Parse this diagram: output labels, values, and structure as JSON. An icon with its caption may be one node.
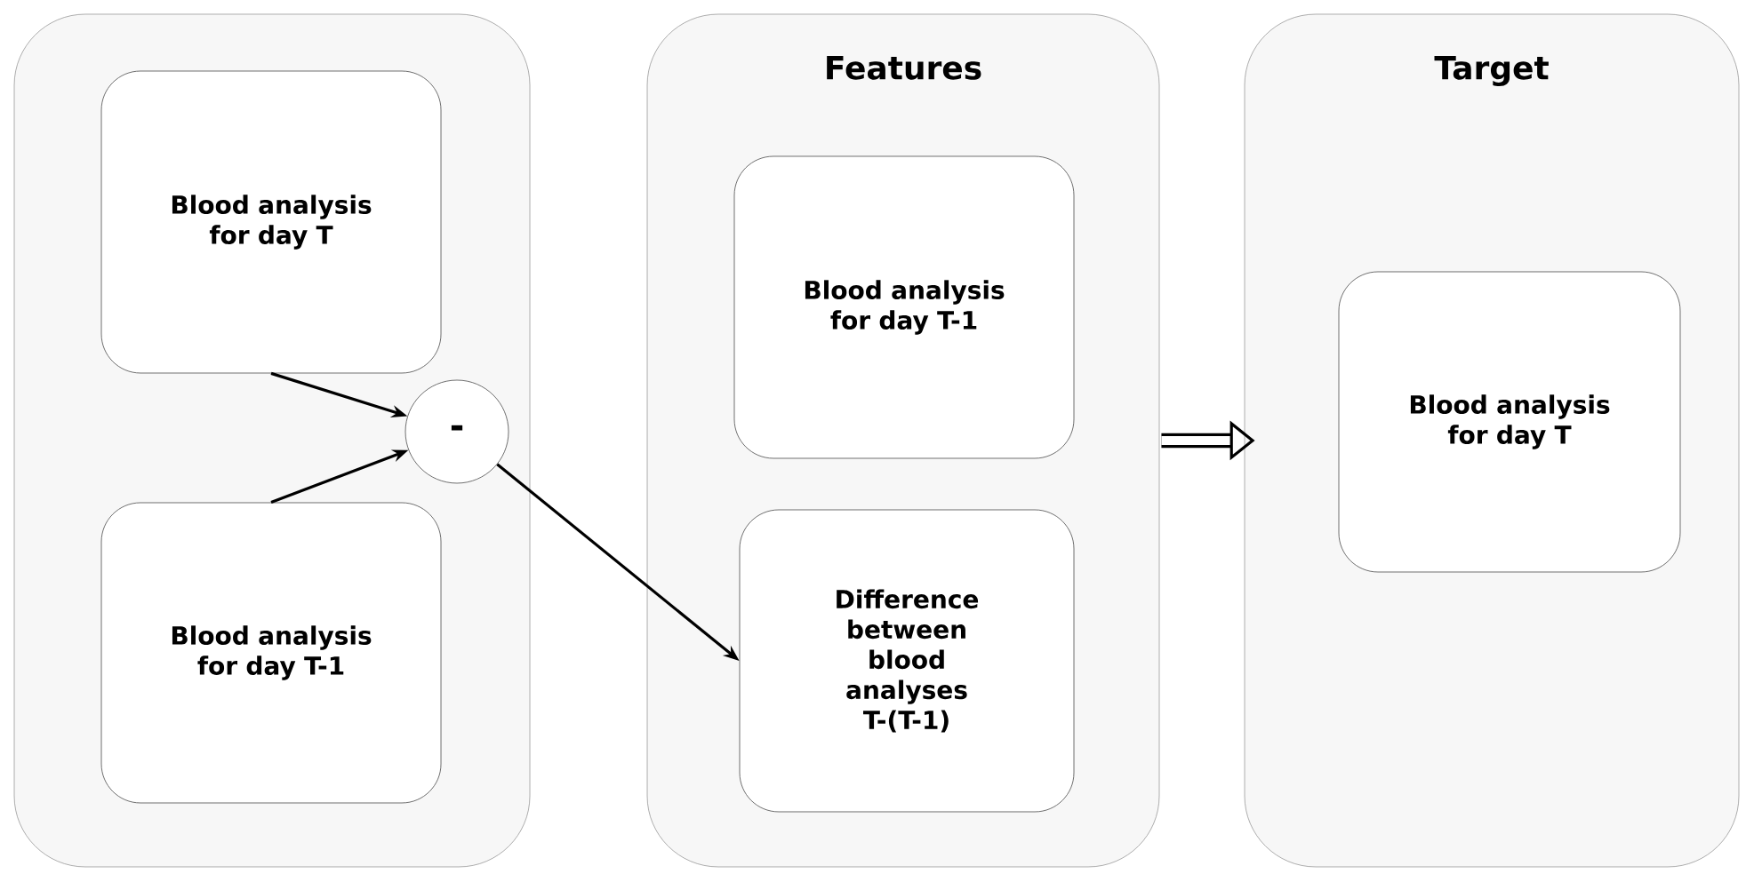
{
  "diagram": {
    "nodes": [
      {
        "text": [],
        "shape": "box"
      },
      {
        "text": [
          "Blood analysis for day T"
        ],
        "in": 0
      },
      {
        "text": [
          "Blood analysis for day T-1"
        ],
        "in": 0
      },
      {
        "text": [
          "-"
        ],
        "in": 0
      },
      {
        "text": [
          "Features"
        ]
      },
      {
        "text": [
          "Blood analysis for day T-1"
        ],
        "in": 4
      },
      {
        "text": [
          "Difference between blood analyses T-(T-1)"
        ],
        "in": 4
      },
      {
        "text": [
          "Target"
        ]
      },
      {
        "text": [
          "Blood analysis for day T"
        ],
        "in": 7
      }
    ],
    "edges": [
      {
        "from": 1,
        "to": 3,
        "arrow": "to"
      },
      {
        "from": 2,
        "to": 3,
        "arrow": "to"
      },
      {
        "from": 3,
        "to": 6,
        "arrow": "to"
      },
      {
        "from": 4,
        "to": 7,
        "arrow": "to",
        "style": "thick"
      }
    ]
  }
}
